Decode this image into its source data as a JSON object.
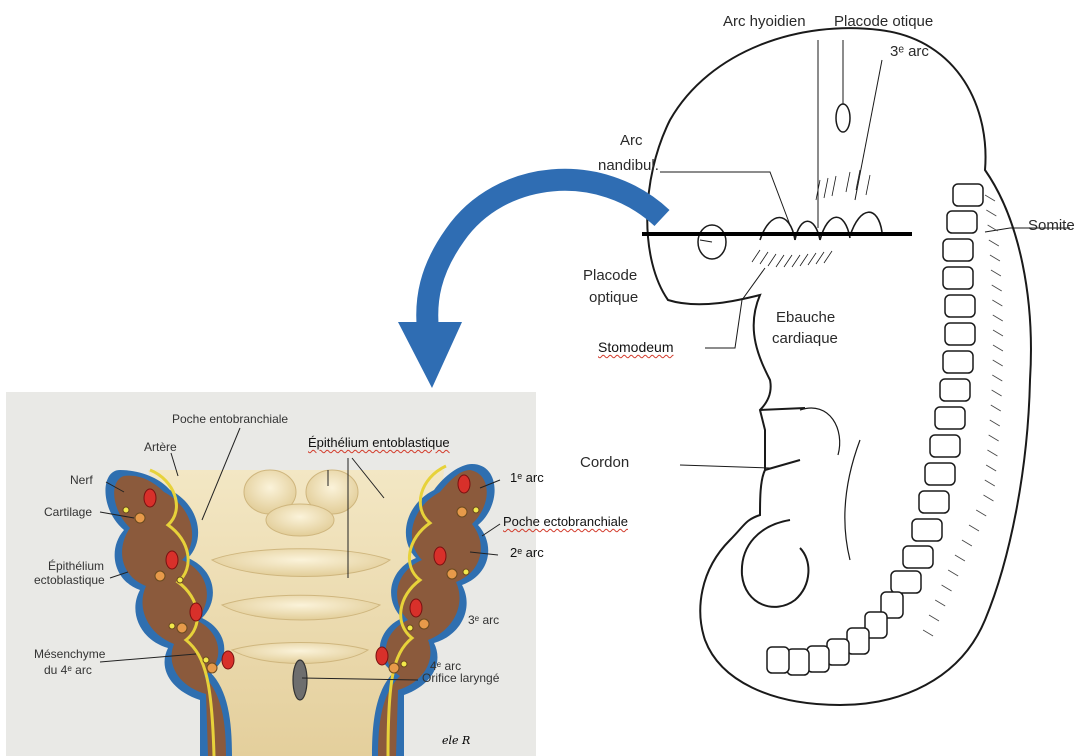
{
  "embryo": {
    "labels": {
      "arc_hyoidien": "Arc hyoidien",
      "placode_otique": "Placode otique",
      "arc3": "3ᵉ arc",
      "arc_mandibul_1": "Arc",
      "arc_mandibul_2": "nandibul.",
      "somite": "Somite",
      "placode_optique_1": "Placode",
      "placode_optique_2": "optique",
      "ebauche_1": "Ebauche",
      "ebauche_2": "cardiaque",
      "stomodeum": "Stomodeum",
      "cordon": "Cordon"
    }
  },
  "section": {
    "labels": {
      "poche_entobranchiale": "Poche entobranchiale",
      "artere": "Artère",
      "epithelium_entoblastique": "Épithélium entoblastique",
      "nerf": "Nerf",
      "cartilage": "Cartilage",
      "arc1": "1ᵉ arc",
      "poche_ectobranchiale": "Poche ectobranchiale",
      "epithelium_ecto_1": "Épithélium",
      "epithelium_ecto_2": "ectoblastique",
      "arc2": "2ᵉ arc",
      "arc3": "3ᵉ arc",
      "mesenchyme_1": "Mésenchyme",
      "mesenchyme_2": "du 4ᵉ arc",
      "arc4": "4ᵉ arc",
      "orifice": "Orifice laryngé",
      "signature": "ele R"
    }
  },
  "colors": {
    "arrow": "#2f6db3",
    "ectoderm": "#2f6fb0",
    "mesenchyme": "#8b5a3c",
    "endoderm_line": "#e7d23a",
    "pharynx": "#eadbb4",
    "artery": "#d8302a",
    "cartilage": "#e79a4a",
    "nerve": "#f2e94a"
  }
}
